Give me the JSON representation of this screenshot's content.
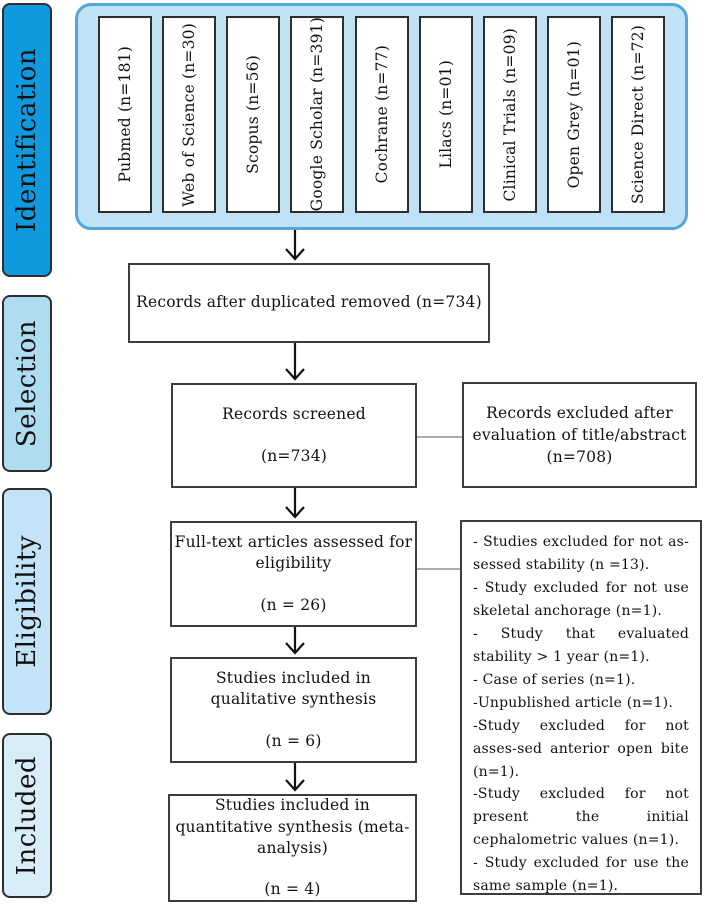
{
  "palette": {
    "identification_fill": "#0f9ae0",
    "selection_fill": "#aeddf2",
    "eligibility_fill": "#c3e4f8",
    "included_fill": "#d9edf8",
    "sources_container_fill": "#bfe2f7",
    "sources_container_border": "#54a5d9",
    "box_border": "#3d3d3d",
    "arrow_color": "#111111",
    "connector_color": "#ababab"
  },
  "stages": [
    {
      "label": "Identification"
    },
    {
      "label": "Selection"
    },
    {
      "label": "Eligibility"
    },
    {
      "label": "Included"
    }
  ],
  "sources": [
    "Pubmed (n=181)",
    "Web of Science (n=30)",
    "Scopus (n=56)",
    "Google Scholar (n=391)",
    "Cochrane (n=77)",
    "Lilacs (n=01)",
    "Clinical Trials (n=09)",
    "Open Grey (n=01)",
    "Science Direct (n=72)"
  ],
  "flow": {
    "duplicates_removed": "Records after duplicated removed (n=734)",
    "screened_title": "Records screened",
    "screened_count": "(n=734)",
    "fulltext_title": "Full-text articles assessed for eligibility",
    "fulltext_count": "(n = 26)",
    "qualitative_title": "Studies included in qualitative synthesis",
    "qualitative_count": "(n = 6)",
    "quantitative_title": "Studies included in quantitative synthesis (meta-analysis)",
    "quantitative_count": "(n = 4)"
  },
  "excluded_screening": {
    "line1": "Records excluded after",
    "line2": "evaluation of title/abstract",
    "line3": "(n=708)"
  },
  "excluded_eligibility": [
    "- Studies excluded for not as-sessed stability (n =13).",
    "- Study excluded for not use skeletal anchorage (n=1).",
    "- Study that evaluated stability > 1 year (n=1).",
    "- Case of series (n=1).",
    "-Unpublished article (n=1).",
    "-Study excluded for not asses-sed anterior open bite (n=1).",
    "-Study excluded for not present the initial cephalometric values (n=1).",
    "- Study excluded for use the same sample (n=1)."
  ]
}
